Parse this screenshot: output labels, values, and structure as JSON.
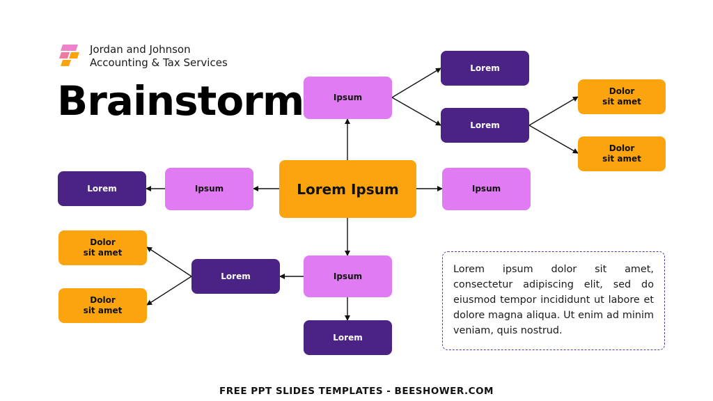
{
  "header": {
    "company_line1": "Jordan and Johnson",
    "company_line2": "Accounting & Tax Services",
    "title": "Brainstorm"
  },
  "diagram": {
    "center": "Lorem Ipsum",
    "top": {
      "label": "Ipsum",
      "children": [
        "Lorem",
        "Lorem"
      ],
      "grandchildren": [
        "Dolor\nsit amet",
        "Dolor\nsit amet"
      ]
    },
    "left": {
      "label": "Ipsum",
      "child": "Lorem"
    },
    "right": {
      "label": "Ipsum"
    },
    "bottom": {
      "label": "Ipsum",
      "child_below": "Lorem",
      "child_left": "Lorem",
      "grandchildren": [
        "Dolor\nsit amet",
        "Dolor\nsit amet"
      ]
    }
  },
  "note": "Lorem ipsum dolor sit amet, consectetur adipiscing elit, sed do eiusmod tempor incididunt ut labore et dolore magna aliqua. Ut enim ad minim veniam, quis nostrud.",
  "footer": "FREE PPT SLIDES TEMPLATES - BEESHOWER.COM",
  "colors": {
    "purple": "#4a2384",
    "pink": "#e17bf3",
    "orange": "#fca40d"
  },
  "icons": {
    "logo": "stacked-parallelogram-logo"
  }
}
